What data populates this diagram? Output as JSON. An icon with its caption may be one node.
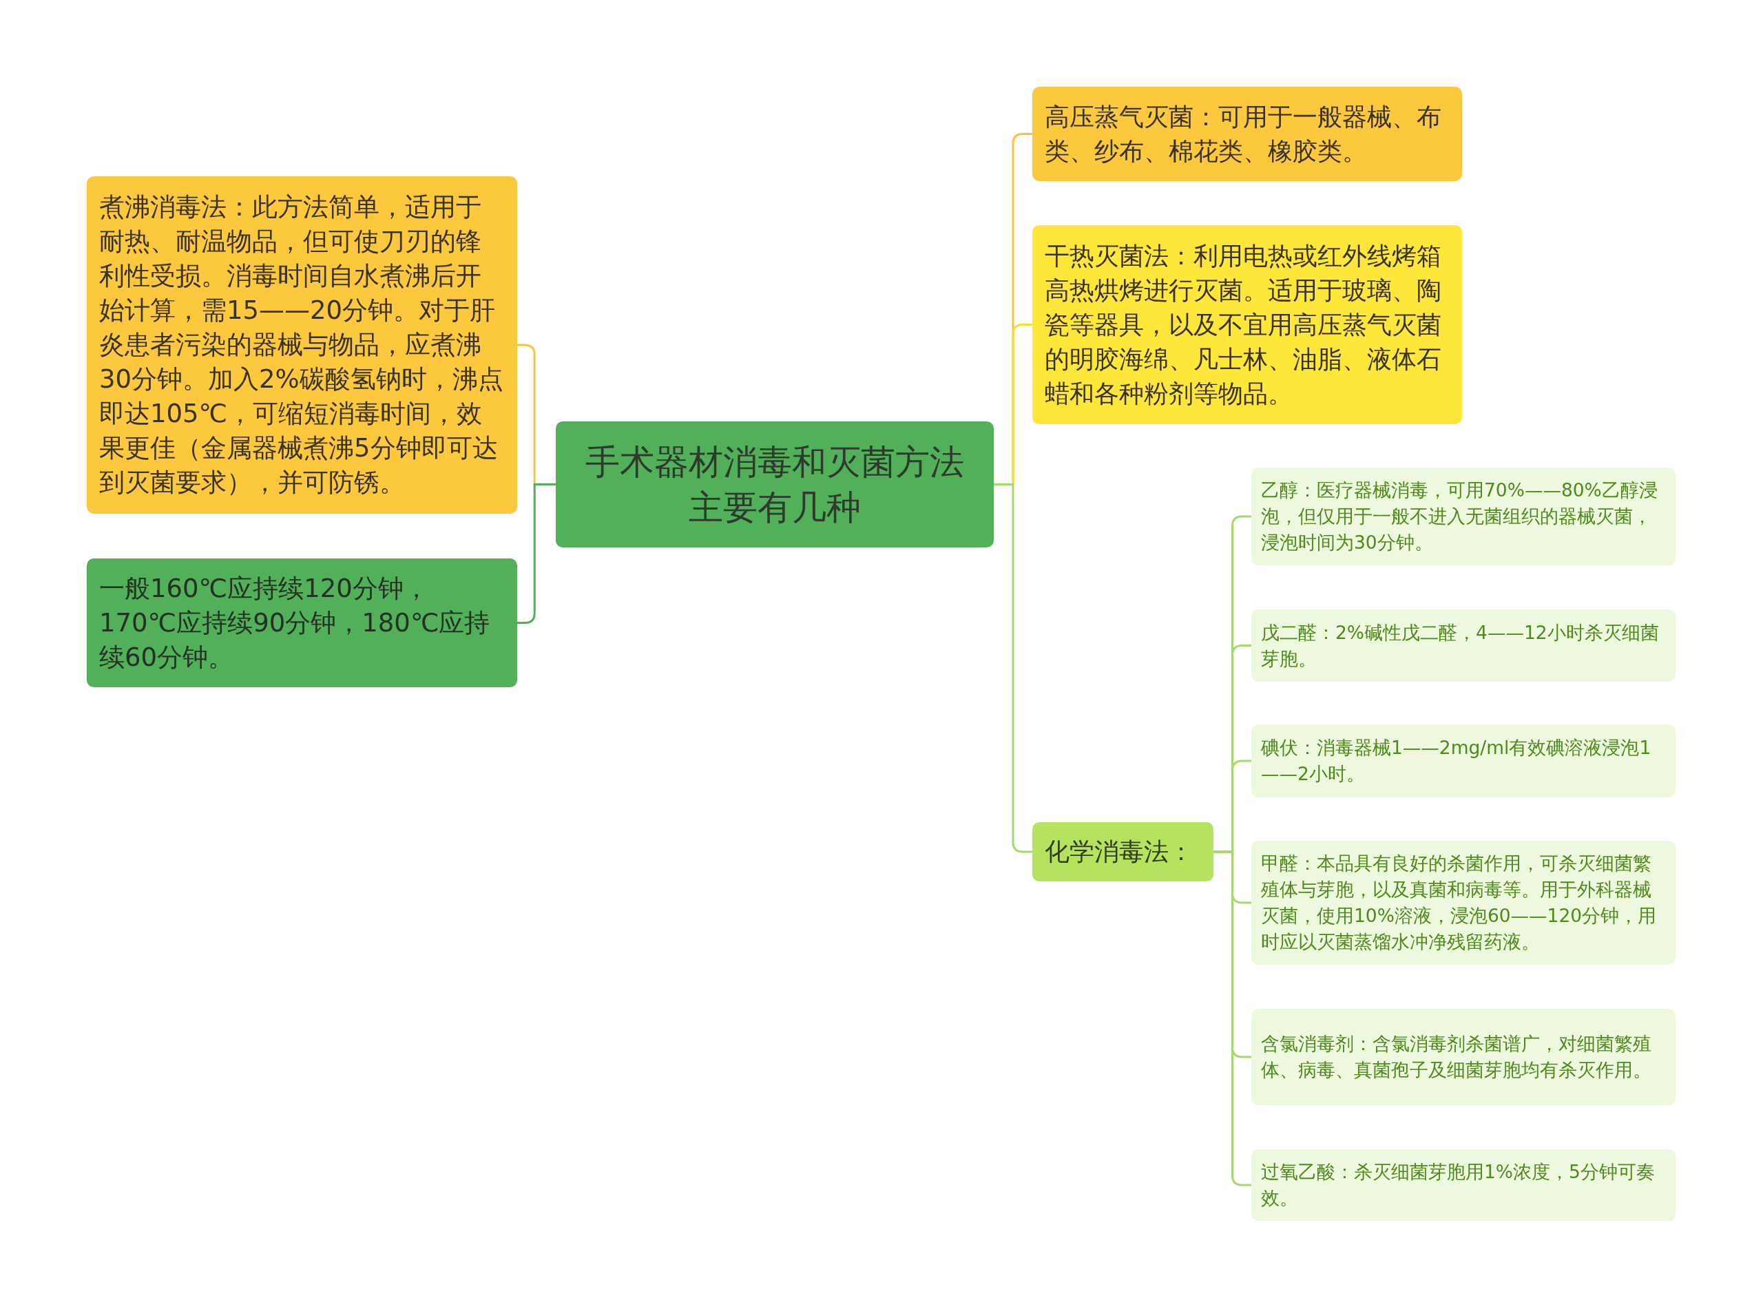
{
  "diagram": {
    "nodes": [
      {
        "text": [
          "手术器材消毒和灭菌方法主要有几种"
        ]
      },
      {
        "text": [
          "煮沸消毒法：此方法简单，适用于耐热、耐温物品，但可使刀刃的锋利性受损。消毒时间自水煮沸后开始计算，需15——20分钟。对于肝炎患者污染的器械与物品，应煮沸30分钟。加入2%碳酸氢钠时，沸点即达105℃，可缩短消毒时间，效果更佳（金属器械煮沸5分钟即可达到灭菌要求），并可防锈。"
        ]
      },
      {
        "text": [
          "一般160℃应持续120分钟，170℃应持续90分钟，180℃应持续60分钟。"
        ]
      },
      {
        "text": [
          "高压蒸气灭菌：可用于一般器械、布类、纱布、棉花类、橡胶类。"
        ]
      },
      {
        "text": [
          "干热灭菌法：利用电热或红外线烤箱高热烘烤进行灭菌。适用于玻璃、陶瓷等器具，以及不宜用高压蒸气灭菌的明胶海绵、凡士林、油脂、液体石蜡和各种粉剂等物品。"
        ]
      },
      {
        "text": [
          "化学消毒法："
        ]
      },
      {
        "text": [
          "乙醇：医疗器械消毒，可用70%——80%乙醇浸泡，但仅用于一般不进入无菌组织的器械灭菌，浸泡时间为30分钟。"
        ]
      },
      {
        "text": [
          "戊二醛：2%碱性戊二醛，4——12小时杀灭细菌芽胞。"
        ]
      },
      {
        "text": [
          "碘伏：消毒器械1——2mg/ml有效碘溶液浸泡1——2小时。"
        ]
      },
      {
        "text": [
          "甲醛：本品具有良好的杀菌作用，可杀灭细菌繁殖体与芽胞，以及真菌和病毒等。用于外科器械灭菌，使用10%溶液，浸泡60——120分钟，用时应以灭菌蒸馏水冲净残留药液。"
        ]
      },
      {
        "text": [
          "含氯消毒剂：含氯消毒剂杀菌谱广，对细菌繁殖体、病毒、真菌孢子及细菌芽胞均有杀灭作用。"
        ]
      },
      {
        "text": [
          "过氧乙酸：杀灭细菌芽胞用1%浓度，5分钟可奏效。"
        ]
      }
    ],
    "edges": [
      {
        "from": 0,
        "to": 1,
        "arrow": "none",
        "color": "#f9c33f"
      },
      {
        "from": 0,
        "to": 2,
        "arrow": "none",
        "color": "#4fae5a"
      },
      {
        "from": 0,
        "to": 3,
        "arrow": "none",
        "color": "#f9c33f"
      },
      {
        "from": 0,
        "to": 4,
        "arrow": "none",
        "color": "#f5df2a"
      },
      {
        "from": 0,
        "to": 5,
        "arrow": "none"
      },
      {
        "from": 5,
        "to": 6,
        "arrow": "none"
      },
      {
        "from": 5,
        "to": 7,
        "arrow": "none"
      },
      {
        "from": 5,
        "to": 8,
        "arrow": "none"
      },
      {
        "from": 5,
        "to": 9,
        "arrow": "none"
      },
      {
        "from": 5,
        "to": 10,
        "arrow": "none"
      },
      {
        "from": 5,
        "to": 11,
        "arrow": "none"
      }
    ]
  }
}
